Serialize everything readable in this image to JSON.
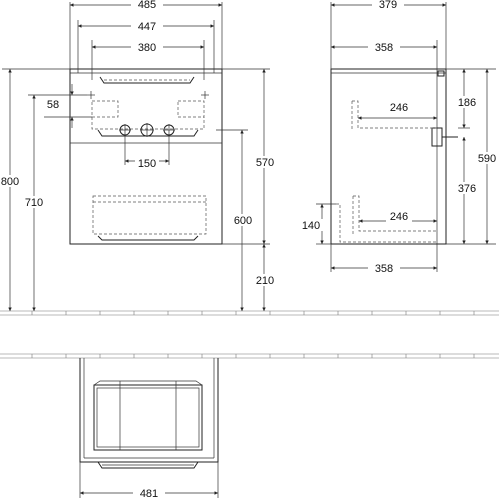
{
  "front_view": {
    "width_outer": "485",
    "width_inner": "447",
    "width_handle": "380",
    "height_total": "800",
    "height_710": "710",
    "height_600": "600",
    "height_570": "570",
    "height_210": "210",
    "offset_58": "58",
    "spacing_150": "150"
  },
  "side_view": {
    "depth_top": "379",
    "depth_358_top": "358",
    "depth_358_bottom": "358",
    "height_590": "590",
    "dim_186": "186",
    "dim_376": "376",
    "dim_140": "140",
    "dim_246_upper": "246",
    "dim_246_lower": "246"
  },
  "plan_view": {
    "width_481": "481"
  }
}
